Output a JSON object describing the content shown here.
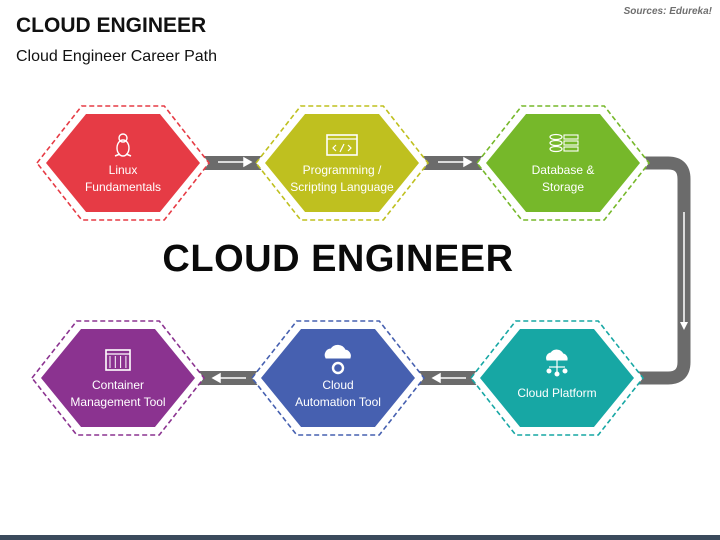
{
  "header": {
    "title": "CLOUD ENGINEER",
    "subtitle": "Cloud Engineer Career Path",
    "source": "Sources: Edureka!"
  },
  "center_title": "CLOUD ENGINEER",
  "steps": [
    {
      "line1": "Linux",
      "line2": "Fundamentals",
      "icon": "linux-penguin-icon",
      "color": "#e63b45"
    },
    {
      "line1": "Programming /",
      "line2": "Scripting Language",
      "icon": "code-icon",
      "color": "#bfc01f"
    },
    {
      "line1": "Database &",
      "line2": "Storage",
      "icon": "database-icon",
      "color": "#76b82a"
    },
    {
      "line1": "Cloud Platform",
      "line2": "",
      "icon": "cloud-network-icon",
      "color": "#17a7a4"
    },
    {
      "line1": "Cloud",
      "line2": "Automation Tool",
      "icon": "cloud-gear-icon",
      "color": "#4660b0"
    },
    {
      "line1": "Container",
      "line2": "Management Tool",
      "icon": "container-icon",
      "color": "#8b3390"
    }
  ]
}
